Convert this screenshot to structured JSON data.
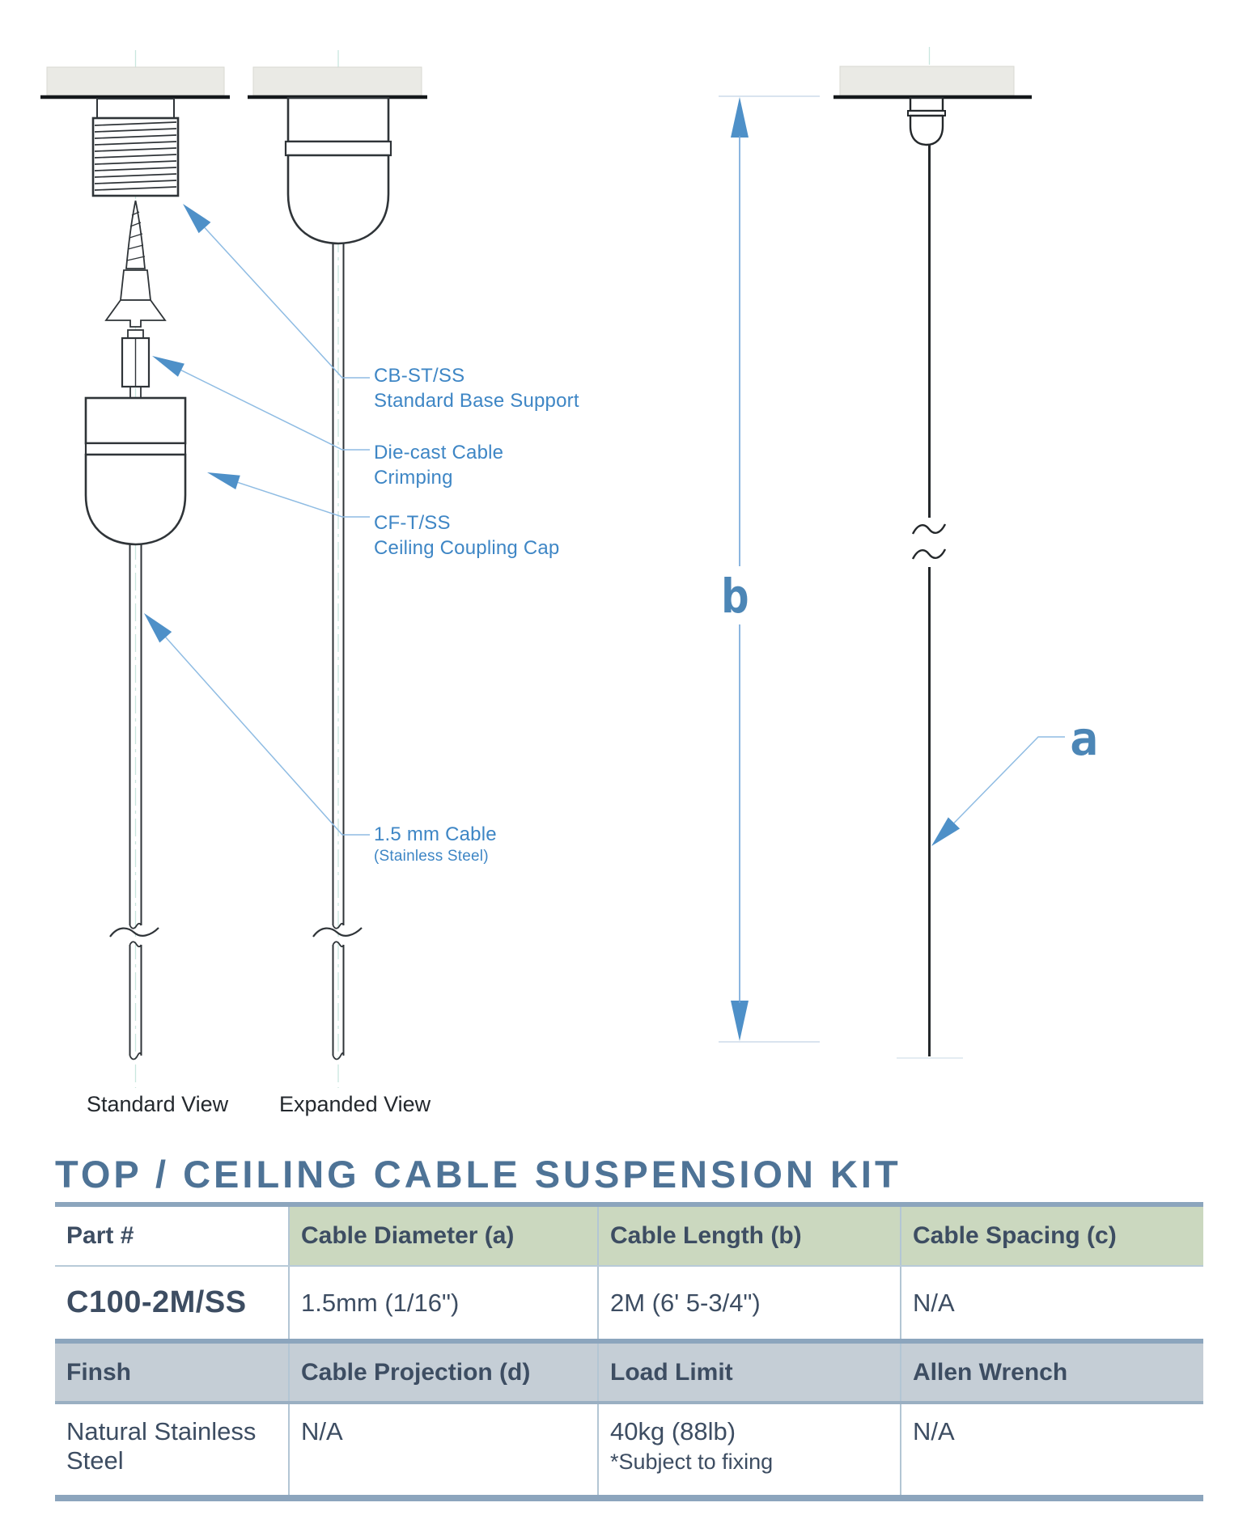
{
  "section_title": "TOP / CEILING CABLE SUSPENSION KIT",
  "colors": {
    "annotation_blue": "#3E86C5",
    "leader_blue": "#8FBCE3",
    "arrow_blue": "#4E90C8",
    "title_blue": "#4E7396",
    "table_border_blue": "#8CA5BD",
    "header_green": "#CBD8BF",
    "header_gray": "#C5CED6",
    "table_text": "#3D4D62",
    "ceiling_plate_fill": "#EAEAE5",
    "drawing_line": "#2F3438"
  },
  "diagram": {
    "view_labels": {
      "standard": "Standard View",
      "expanded": "Expanded View"
    },
    "dimension_labels": {
      "a": "a",
      "b": "b"
    },
    "annotations": [
      {
        "line1": "CB-ST/SS",
        "line2": "Standard Base Support"
      },
      {
        "line1": "Die-cast Cable",
        "line2": "Crimping"
      },
      {
        "line1": "CF-T/SS",
        "line2": "Ceiling Coupling Cap"
      },
      {
        "line1": "1.5 mm Cable",
        "line2": "(Stainless Steel)"
      }
    ]
  },
  "table": {
    "header_row_1": {
      "c1": "Part #",
      "c2": "Cable Diameter (a)",
      "c3": "Cable Length (b)",
      "c4": "Cable Spacing (c)"
    },
    "data_row_1": {
      "c1": "C100-2M/SS",
      "c2": "1.5mm (1/16\")",
      "c3": "2M (6' 5-3/4\")",
      "c4": "N/A"
    },
    "header_row_2": {
      "c1": "Finsh",
      "c2": "Cable Projection (d)",
      "c3": "Load Limit",
      "c4": "Allen Wrench"
    },
    "data_row_2": {
      "c1": "Natural Stainless Steel",
      "c2": "N/A",
      "c3": "40kg (88lb)",
      "c3_note": "*Subject to fixing",
      "c4": "N/A"
    }
  }
}
